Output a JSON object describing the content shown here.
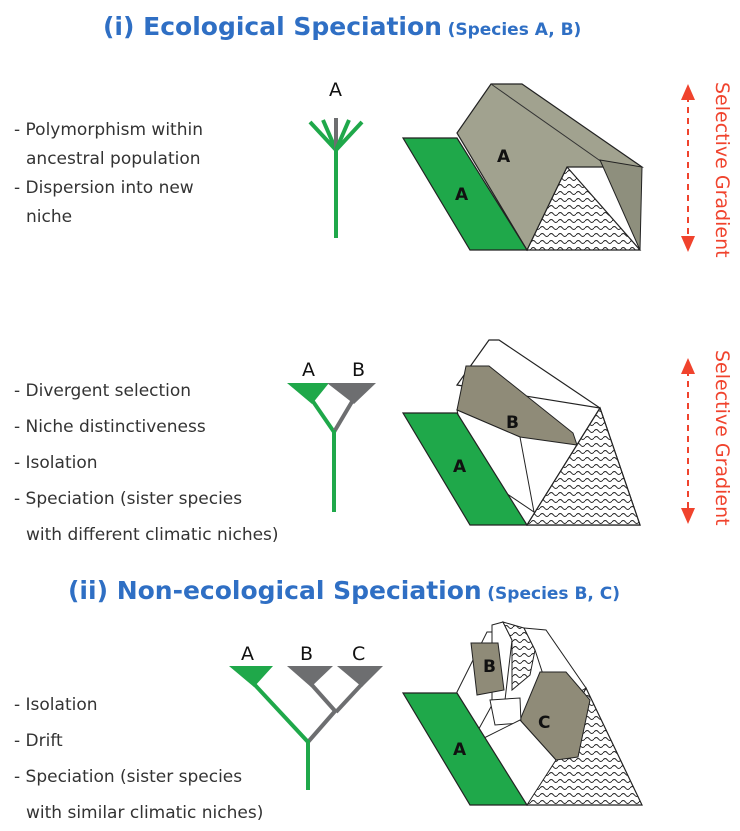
{
  "section1": {
    "title": "(i) Ecological Speciation",
    "subtitle": "(Species A, B)",
    "panel1": {
      "bullets": [
        "- Polymorphism within",
        "  ancestral population",
        "- Dispersion into new",
        "  niche"
      ],
      "tree_labels": [
        "A"
      ],
      "block_labels": [
        "A",
        "A"
      ],
      "gradient_label": "Selective Gradient"
    },
    "panel2": {
      "bullets": [
        "- Divergent selection",
        "- Niche distinctiveness",
        "- Isolation",
        "- Speciation (sister species",
        "  with different climatic niches)"
      ],
      "tree_labels": [
        "A",
        "B"
      ],
      "block_labels": [
        "B",
        "A"
      ],
      "gradient_label": "Selective Gradient"
    }
  },
  "section2": {
    "title": "(ii) Non-ecological Speciation",
    "subtitle": "(Species B, C)",
    "panel3": {
      "bullets": [
        "- Isolation",
        "- Drift",
        "- Speciation  (sister species",
        "  with similar climatic niches)"
      ],
      "tree_labels": [
        "A",
        "B",
        "C"
      ],
      "block_labels": [
        "B",
        "C",
        "A"
      ]
    }
  },
  "colors": {
    "title": "#2f6fc4",
    "green": "#1fa84a",
    "gray": "#6d6e70",
    "khaki": "#8f8b78",
    "stone": "#a1a28f",
    "gradient_arrow": "#f0432d"
  }
}
